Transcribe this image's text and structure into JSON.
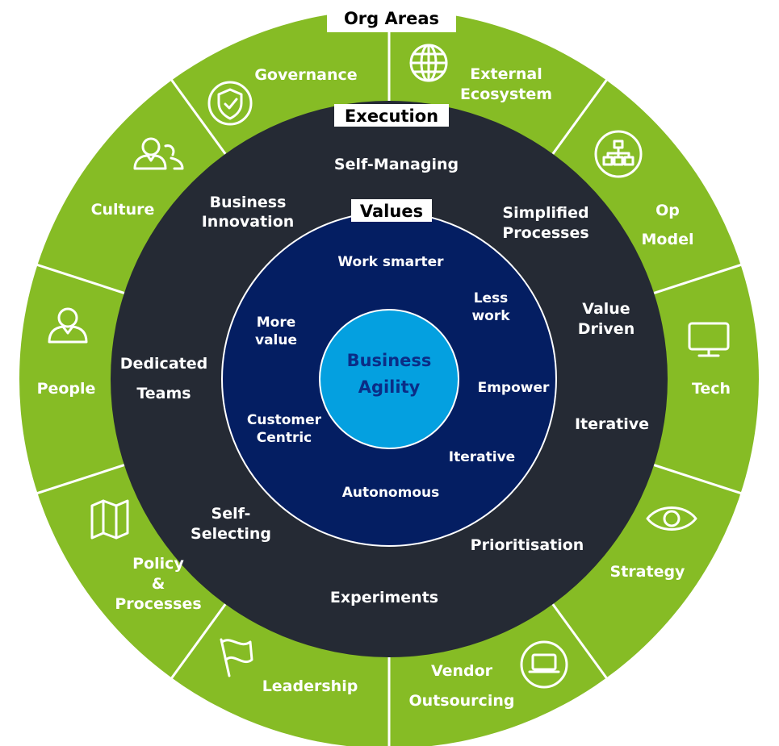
{
  "colors": {
    "org_ring": "#86bc25",
    "execution_ring": "#252a34",
    "values_ring": "#041e62",
    "core": "#04a0e0",
    "core_text": "#0b2d86",
    "label_text": "#ffffff"
  },
  "org_areas": {
    "title": "Org Areas",
    "items": [
      {
        "label": [
          "Governance"
        ],
        "icon": "shield-check-icon"
      },
      {
        "label": [
          "External",
          "Ecosystem"
        ],
        "icon": "globe-icon"
      },
      {
        "label": [
          "Op",
          "Model"
        ],
        "icon": "org-chart-icon"
      },
      {
        "label": [
          "Tech"
        ],
        "icon": "monitor-icon"
      },
      {
        "label": [
          "Strategy"
        ],
        "icon": "eye-icon"
      },
      {
        "label": [
          "Vendor",
          "Outsourcing"
        ],
        "icon": "laptop-icon"
      },
      {
        "label": [
          "Leadership"
        ],
        "icon": "flag-icon"
      },
      {
        "label": [
          "Policy",
          "&",
          "Processes"
        ],
        "icon": "map-icon"
      },
      {
        "label": [
          "People"
        ],
        "icon": "person-icon"
      },
      {
        "label": [
          "Culture"
        ],
        "icon": "group-icon"
      }
    ]
  },
  "execution": {
    "title": "Execution",
    "items": [
      [
        "Self-Managing"
      ],
      [
        "Simplified",
        "Processes"
      ],
      [
        "Value",
        "Driven"
      ],
      [
        "Iterative"
      ],
      [
        "Prioritisation"
      ],
      [
        "Experiments"
      ],
      [
        "Self-",
        "Selecting"
      ],
      [
        "Dedicated",
        "Teams"
      ],
      [
        "Business",
        "Innovation"
      ]
    ]
  },
  "values": {
    "title": "Values",
    "items": [
      [
        "Work smarter"
      ],
      [
        "Less",
        "work"
      ],
      [
        "Empower"
      ],
      [
        "Iterative"
      ],
      [
        "Autonomous"
      ],
      [
        "Customer",
        "Centric"
      ],
      [
        "More",
        "value"
      ]
    ]
  },
  "core": {
    "label": [
      "Business",
      "Agility"
    ]
  }
}
